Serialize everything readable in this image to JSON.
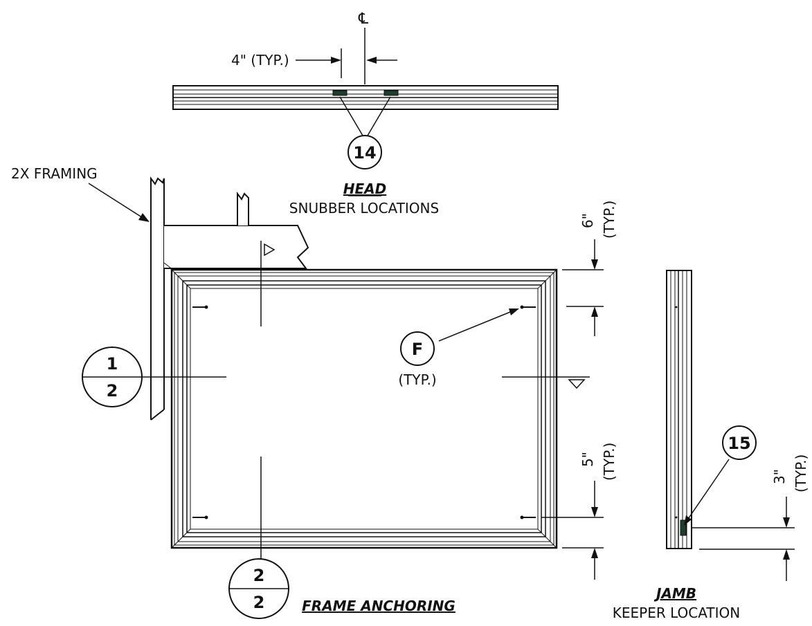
{
  "head_view": {
    "centerline_symbol": "℄",
    "spacing_label": "4\" (TYP.)",
    "callout": "14",
    "title": "HEAD",
    "subtitle": "SNUBBER LOCATIONS"
  },
  "frame_view": {
    "framing_label": "2X FRAMING",
    "section_left": {
      "top": "1",
      "bottom": "2"
    },
    "section_bottom": {
      "top": "2",
      "bottom": "2"
    },
    "fastener_callout": "F",
    "fastener_typ": "(TYP.)",
    "dim_top": "6\"",
    "dim_top_typ": "(TYP.)",
    "dim_bottom": "5\"",
    "dim_bottom_typ": "(TYP.)",
    "title": "FRAME ANCHORING"
  },
  "jamb_view": {
    "callout": "15",
    "dim": "3\"",
    "dim_typ": "(TYP.)",
    "title": "JAMB",
    "subtitle": "KEEPER LOCATION"
  }
}
